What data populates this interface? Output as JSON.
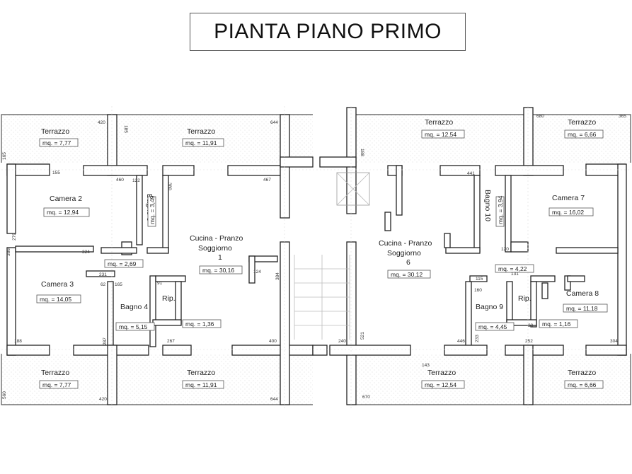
{
  "title": "PIANTA PIANO PRIMO",
  "rooms": [
    {
      "name": "Terrazzo",
      "area": "mq. = 7,77"
    },
    {
      "name": "Terrazzo",
      "area": "mq. = 11,91"
    },
    {
      "name": "Terrazzo",
      "area": "mq. = 12,54"
    },
    {
      "name": "Terrazzo",
      "area": "mq. = 6,66"
    },
    {
      "name": "Camera 2",
      "area": "mq. = 12,94"
    },
    {
      "name": "Bagno 5",
      "area": "mq. = 3,49"
    },
    {
      "name": "Cucina - Pranzo",
      "name2": "Soggiorno",
      "num": "1",
      "area": "mq. = 30,16"
    },
    {
      "name": "Cucina - Pranzo",
      "name2": "Soggiorno",
      "num": "6",
      "area": "mq. = 30,12"
    },
    {
      "name": "Bagno 10",
      "area": "mq. = 3,94"
    },
    {
      "name": "Camera 7",
      "area": "mq. = 16,02"
    },
    {
      "name": "",
      "area": "mq. = 2,69"
    },
    {
      "name": "",
      "area": "mq. = 4,22"
    },
    {
      "name": "Camera 3",
      "area": "mq. = 14,05"
    },
    {
      "name": "Bagno 4",
      "area": "mq. = 5,15"
    },
    {
      "name": "Rip.",
      "area": "mq. = 1,36"
    },
    {
      "name": "Bagno 9",
      "area": "mq. = 4,45"
    },
    {
      "name": "Rip.",
      "area": "mq. = 1,16"
    },
    {
      "name": "Camera 8",
      "area": "mq. = 11,18"
    },
    {
      "name": "Terrazzo",
      "area": "mq. = 7,77"
    },
    {
      "name": "Terrazzo",
      "area": "mq. = 11,91"
    },
    {
      "name": "Terrazzo",
      "area": "mq. = 12,54"
    },
    {
      "name": "Terrazzo",
      "area": "mq. = 6,66"
    }
  ],
  "dimensions": [
    "420",
    "185",
    "644",
    "165",
    "680",
    "365",
    "188",
    "279",
    "155",
    "460",
    "122",
    "380",
    "324",
    "386",
    "467",
    "124",
    "231",
    "62",
    "165",
    "91",
    "384",
    "400",
    "188",
    "287",
    "267",
    "240",
    "521",
    "240",
    "670",
    "420",
    "644",
    "560",
    "143",
    "131",
    "441",
    "120",
    "115",
    "160",
    "30",
    "252",
    "304",
    "233",
    "446"
  ]
}
